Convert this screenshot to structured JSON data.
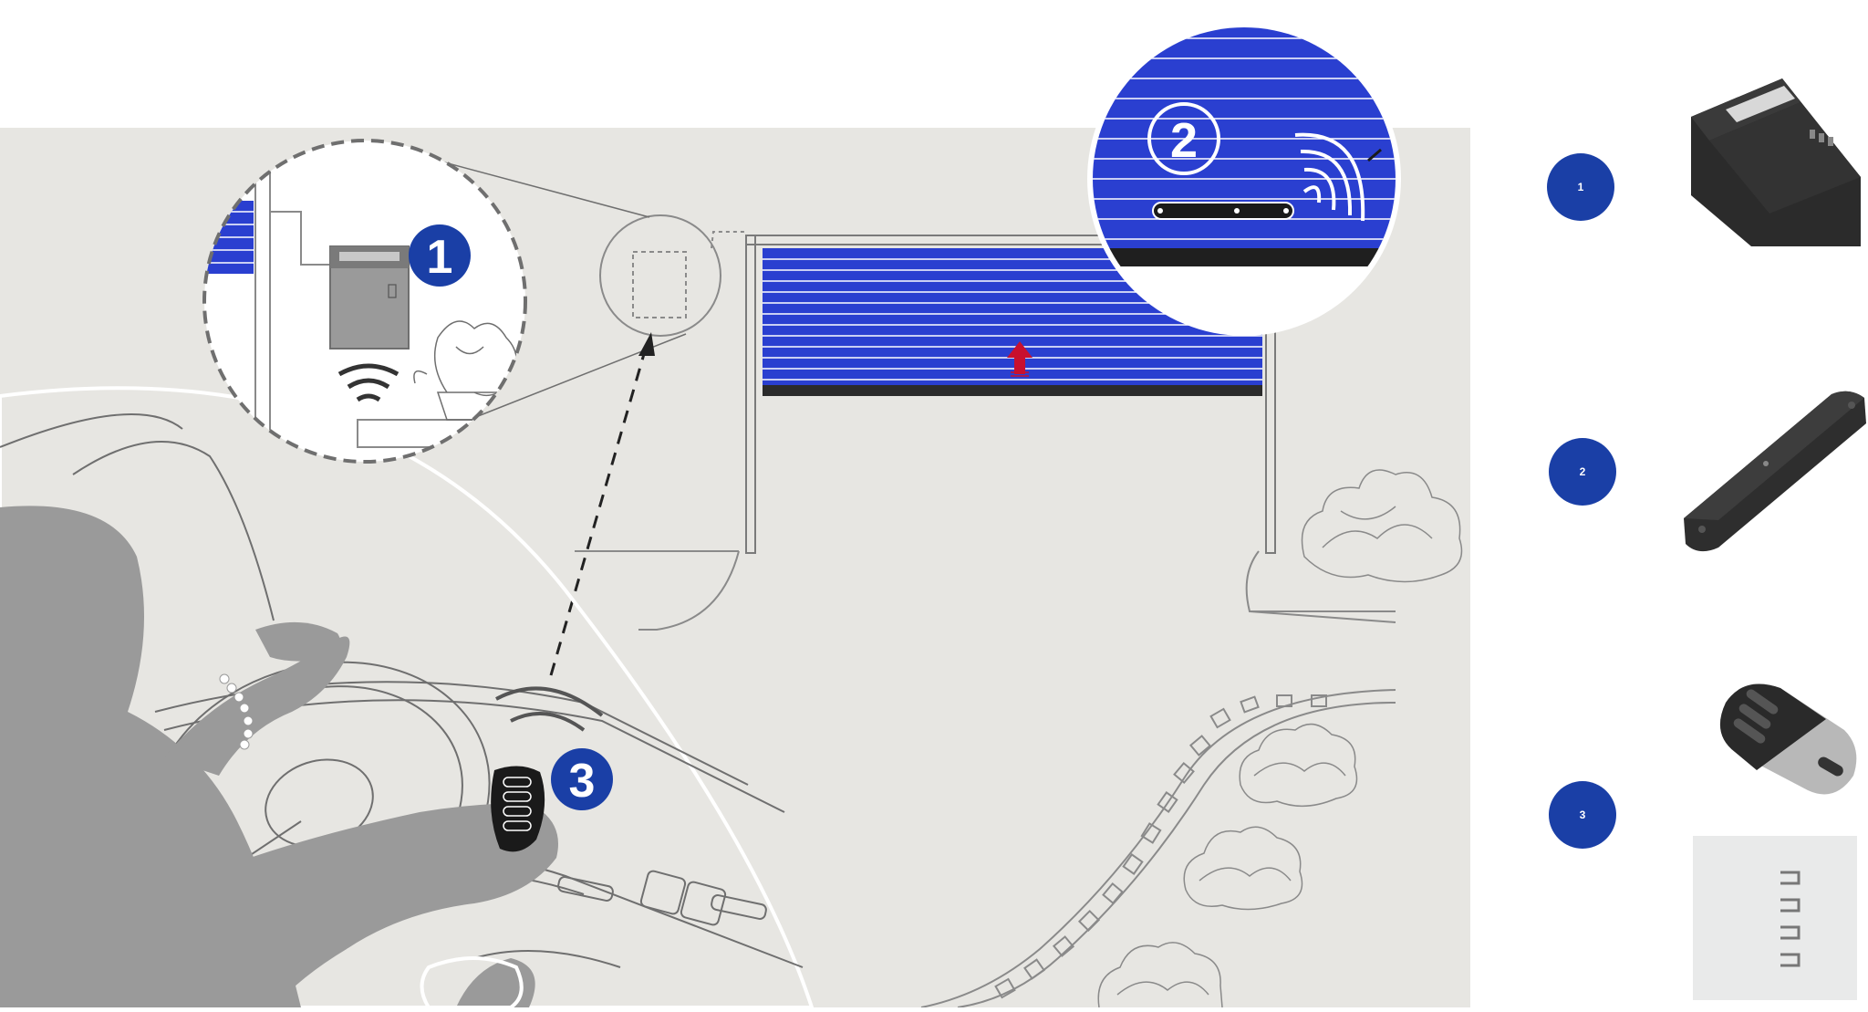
{
  "scene": {
    "callouts": [
      {
        "number": "1",
        "device": "receiver"
      },
      {
        "number": "2",
        "device": "door-sensor"
      },
      {
        "number": "3",
        "device": "remote-control"
      }
    ],
    "colors": {
      "background": "#e7e6e2",
      "accent_blue": "#1a3fa6",
      "door_blue": "#2a3fd0",
      "arrow_red": "#c8102e",
      "figure_gray": "#9a9a9a",
      "line_gray": "#6f6f6f"
    }
  },
  "legend": {
    "items": [
      {
        "number": "1",
        "device_icon": "receiver-box-icon"
      },
      {
        "number": "2",
        "device_icon": "sensor-bar-icon"
      },
      {
        "number": "3",
        "device_icon": "remote-keyfob-icon",
        "extra_icon": "wall-keypad-icon"
      }
    ]
  }
}
